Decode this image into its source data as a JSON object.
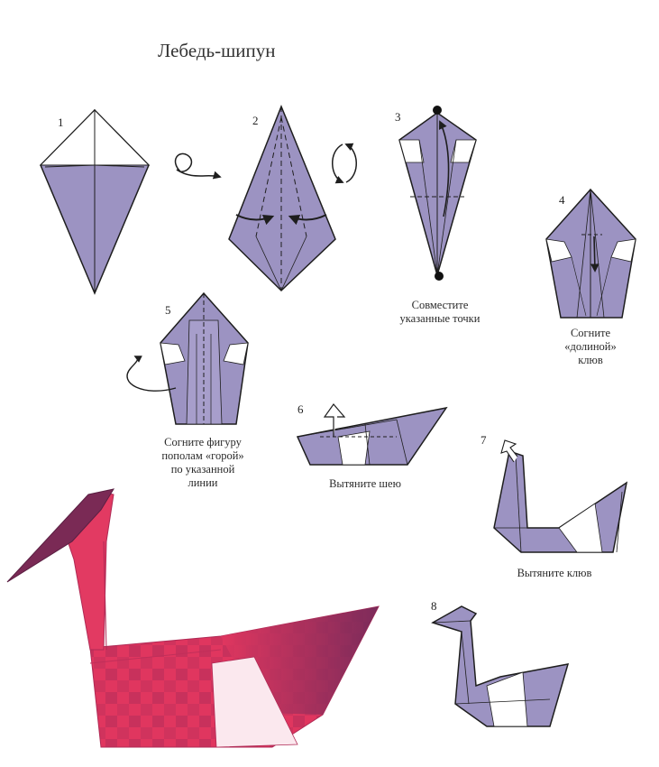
{
  "title": "Лебедь-шипун",
  "colors": {
    "paper_purple": "#9c93c2",
    "paper_white": "#ffffff",
    "outline": "#1e1e1e",
    "swan_pink": "#e23a62",
    "swan_dark": "#7a2a55"
  },
  "steps": [
    {
      "number": "1"
    },
    {
      "number": "2"
    },
    {
      "number": "3",
      "caption_lines": [
        "Совместите",
        "указанные точки"
      ]
    },
    {
      "number": "4",
      "caption_lines": [
        "Согните",
        "«долиной»",
        "клюв"
      ]
    },
    {
      "number": "5",
      "caption_lines": [
        "Согните фигуру",
        "пополам «горой»",
        "по указанной",
        "линии"
      ]
    },
    {
      "number": "6",
      "caption_lines": [
        "Вытяните шею"
      ]
    },
    {
      "number": "7",
      "caption_lines": [
        "Вытяните клюв"
      ]
    },
    {
      "number": "8"
    }
  ],
  "icons": [
    "curl-arrow-icon",
    "flip-over-icon",
    "fold-arrow-icon",
    "mountain-fold-arrow-icon",
    "pull-arrow-icon",
    "target-dot-icon"
  ]
}
